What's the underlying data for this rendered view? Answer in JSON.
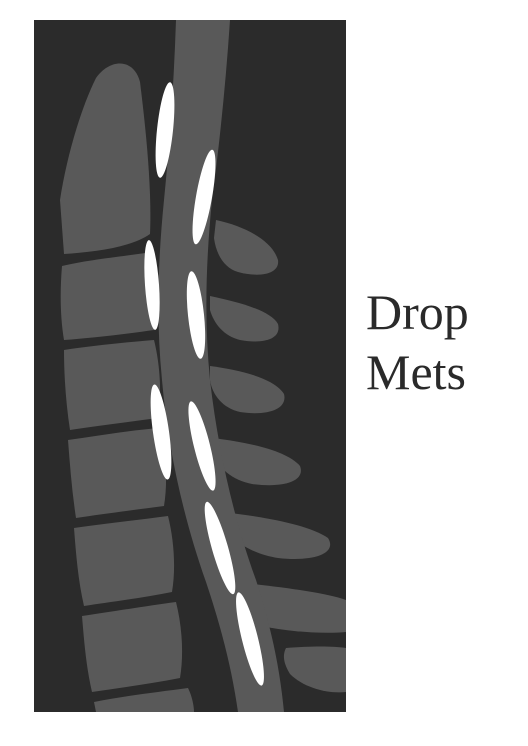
{
  "caption": {
    "line1": "Drop",
    "line2": "Mets"
  },
  "colors": {
    "background": "#2b2b2b",
    "bone": "#595959",
    "cord": "#595959",
    "lesion": "#ffffff",
    "caption_text": "#2a2a2a"
  },
  "icons": {
    "figure": "spine-sagittal-diagram",
    "lesion": "drop-metastasis-lesion"
  }
}
